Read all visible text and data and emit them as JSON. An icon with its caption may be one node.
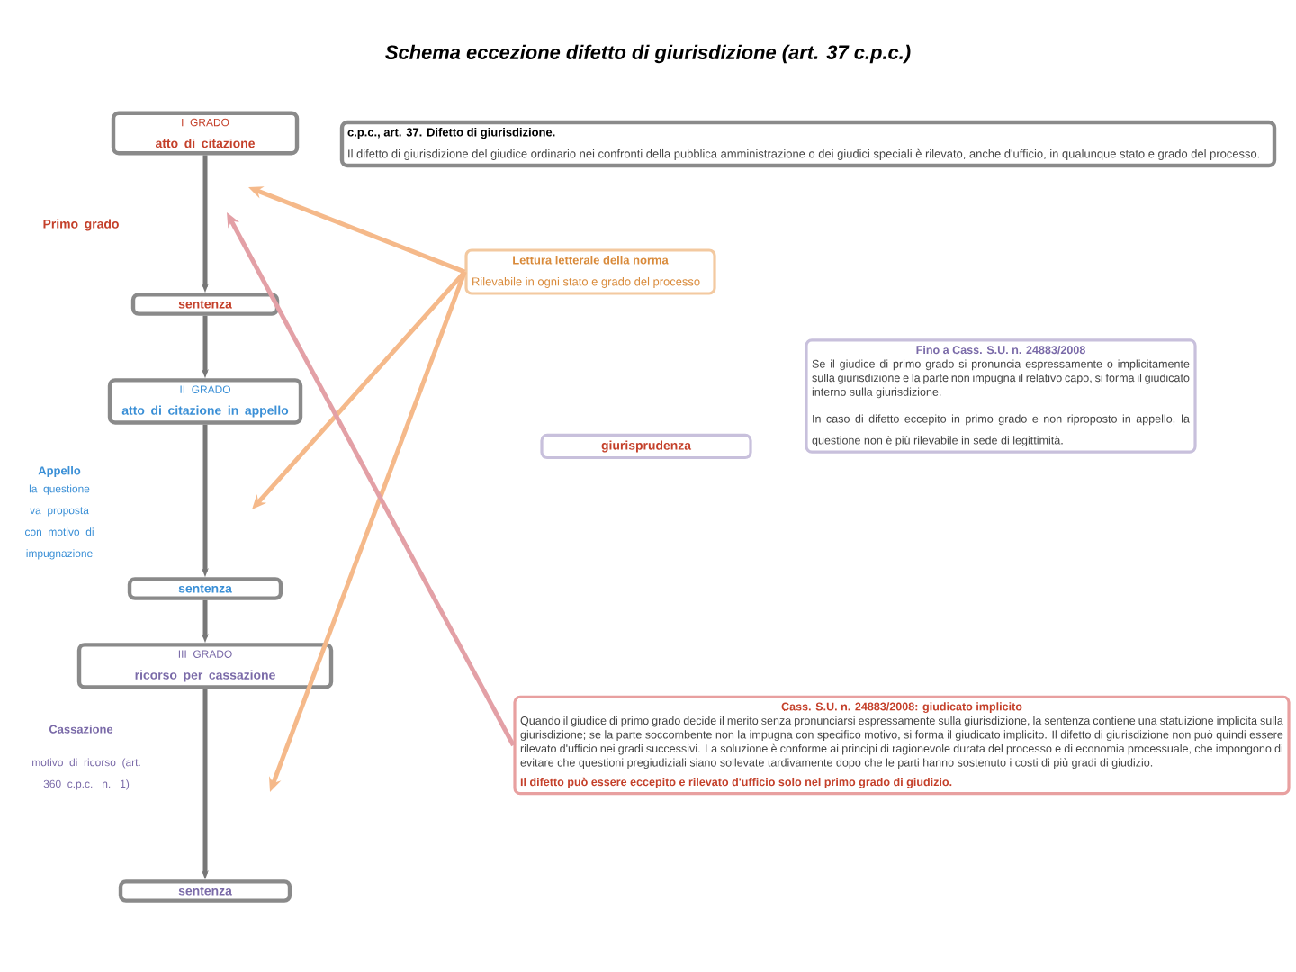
{
  "diagram": {
    "title": "Schema eccezione difetto di giurisdizione (art. 37 c.p.c.)",
    "nodes": [
      {
        "text": [
          "I GRADO",
          "atto di citazione"
        ]
      },
      {
        "text": [
          "sentenza"
        ]
      },
      {
        "text": [
          "II GRADO",
          "atto di citazione in appello"
        ]
      },
      {
        "text": [
          "sentenza"
        ]
      },
      {
        "text": [
          "III GRADO",
          "ricorso per cassazione"
        ]
      },
      {
        "text": [
          "sentenza"
        ]
      },
      {
        "text": [
          "c.p.c., art. 37. Difetto di giurisdizione.",
          "Il difetto di giurisdizione del giudice ordinario nei confronti della pubblica amministrazione o dei giudici speciali è rilevato, anche d'ufficio, in qualunque stato e grado del processo."
        ]
      },
      {
        "text": [
          "Lettura letterale della norma",
          "Rilevabile in ogni stato e grado del processo"
        ]
      },
      {
        "text": [
          "giurisprudenza"
        ]
      },
      {
        "text": [
          "Fino a Cass. S.U. n. 24883/2008",
          "Se il giudice di primo grado si pronuncia espressamente o implicitamente sulla giurisdizione e la parte non impugna il relativo capo, si forma il giudicato interno sulla giurisdizione.",
          "In caso di difetto eccepito in primo grado e non riproposto in appello, la questione non è più rilevabile in sede di legittimità."
        ]
      },
      {
        "text": [
          "Cass. S.U. n. 24883/2008: giudicato implicito",
          "Quando il giudice di primo grado decide il merito senza pronunciarsi espressamente sulla giurisdizione, la sentenza contiene una statuizione implicita sulla giurisdizione; se la parte soccombente non la impugna con specifico motivo, si forma il giudicato implicito. Il difetto di giurisdizione non può quindi essere rilevato d'ufficio nei gradi successivi. La soluzione è conforme ai principi di ragionevole durata del processo e di economia processuale, che impongono di evitare che questioni pregiudiziali siano sollevate tardivamente dopo che le parti hanno sostenuto i costi di più gradi di giudizio.",
          "Il difetto può essere eccepito e rilevato d'ufficio solo nel primo grado di giudizio."
        ]
      }
    ],
    "edges": [
      {
        "from": 0,
        "to": 1,
        "arrow": "to"
      },
      {
        "from": 1,
        "to": 2,
        "arrow": "to"
      },
      {
        "from": 2,
        "to": 3,
        "arrow": "to"
      },
      {
        "from": 3,
        "to": 4,
        "arrow": "to"
      },
      {
        "from": 4,
        "to": 5,
        "arrow": "to"
      },
      {
        "from": 7,
        "to": null,
        "arrow": "to",
        "color": "#f5b98a"
      },
      {
        "from": 7,
        "to": null,
        "arrow": "to",
        "color": "#f5b98a"
      },
      {
        "from": 7,
        "to": null,
        "arrow": "to",
        "color": "#f5b98a"
      },
      {
        "from": 10,
        "to": null,
        "arrow": "to",
        "color": "#e3a0a6"
      }
    ],
    "labels": [
      "Primo grado",
      "Appello",
      "la questione va proposta con motivo di impugnazione",
      "Cassazione",
      "motivo di ricorso (art. 360 c.p.c. n. 1)"
    ]
  }
}
